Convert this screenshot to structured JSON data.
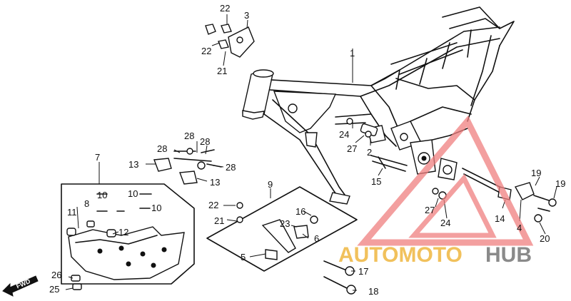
{
  "callouts": {
    "c1": "1",
    "c2": "2",
    "c3": "3",
    "c4": "4",
    "c5": "5",
    "c6": "6",
    "c7": "7",
    "c8": "8",
    "c9": "9",
    "c10a": "10",
    "c10b": "10",
    "c10c": "10",
    "c11": "11",
    "c12": "12",
    "c13a": "13",
    "c13b": "13",
    "c14": "14",
    "c15": "15",
    "c16": "16",
    "c17": "17",
    "c18": "18",
    "c19a": "19",
    "c19b": "19",
    "c20": "20",
    "c21a": "21",
    "c21b": "21",
    "c22a": "22",
    "c22b": "22",
    "c22c": "22",
    "c23": "23",
    "c24a": "24",
    "c24b": "24",
    "c25": "25",
    "c26": "26",
    "c27a": "27",
    "c27b": "27",
    "c28a": "28",
    "c28b": "28",
    "c28c": "28",
    "c28d": "28"
  },
  "fwd_label": "FWD",
  "watermark": {
    "part1": "AUTOMOTO",
    "part2": "HUB",
    "color_logo": "#ef7f7f",
    "color_text1": "#f1c15c",
    "color_text2": "#8a8a8a"
  }
}
